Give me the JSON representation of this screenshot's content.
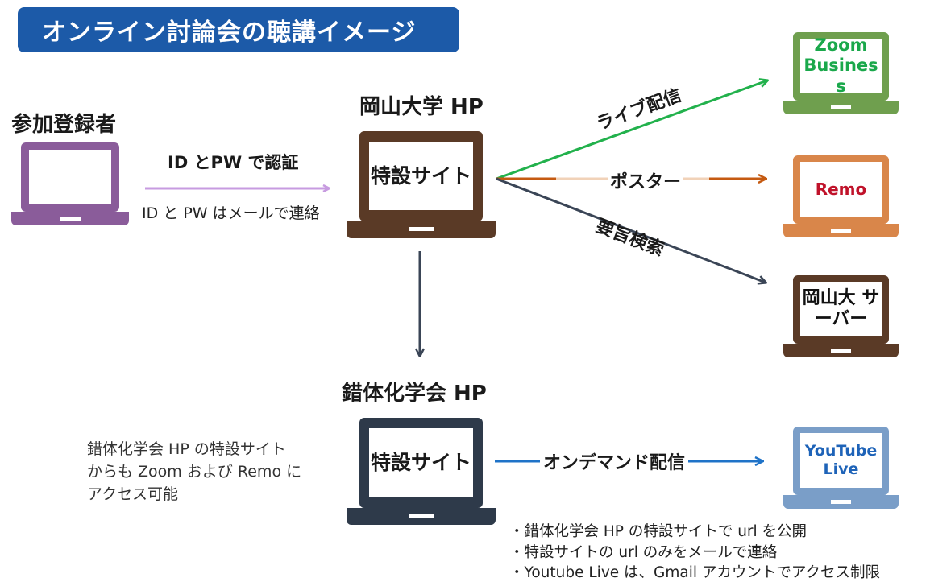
{
  "title": "オンライン討論会の聴講イメージ",
  "registrant": {
    "label": "参加登録者"
  },
  "auth": {
    "main": "ID とPW で認証",
    "sub": "ID と PW はメールで連絡"
  },
  "okayama_hp": {
    "label": "岡山大学 HP",
    "screen": "特設サイト"
  },
  "routes": {
    "live": "ライブ配信",
    "poster": "ポスター",
    "abstract": "要旨検索",
    "ondemand": "オンデマンド配信"
  },
  "targets": {
    "zoom": "Zoom Business",
    "remo": "Remo",
    "server": "岡山大 サーバー",
    "youtube": "YouTube Live"
  },
  "sakutai_hp": {
    "label": "錯体化学会 HP",
    "screen": "特設サイト"
  },
  "side_note": [
    "錯体化学会 HP の特設サイト",
    "からも Zoom および Remo に",
    "アクセス可能"
  ],
  "bullets": [
    "・錯体化学会 HP の特設サイトで url を公開",
    "・特設サイトの url のみをメールで連絡",
    "・Youtube Live は、Gmail アカウントでアクセス制限"
  ],
  "colors": {
    "banner": "#1c5aa8",
    "purple": "#8a5c9a",
    "brown": "#5a3a26",
    "green": "#6f9f4e",
    "orange": "#d9864a",
    "navy": "#2e3a4a",
    "steelblue": "#7a9ec8",
    "zoom_text": "#1aa84b",
    "remo_text": "#c0122a",
    "youtube_text": "#1e63b8"
  }
}
